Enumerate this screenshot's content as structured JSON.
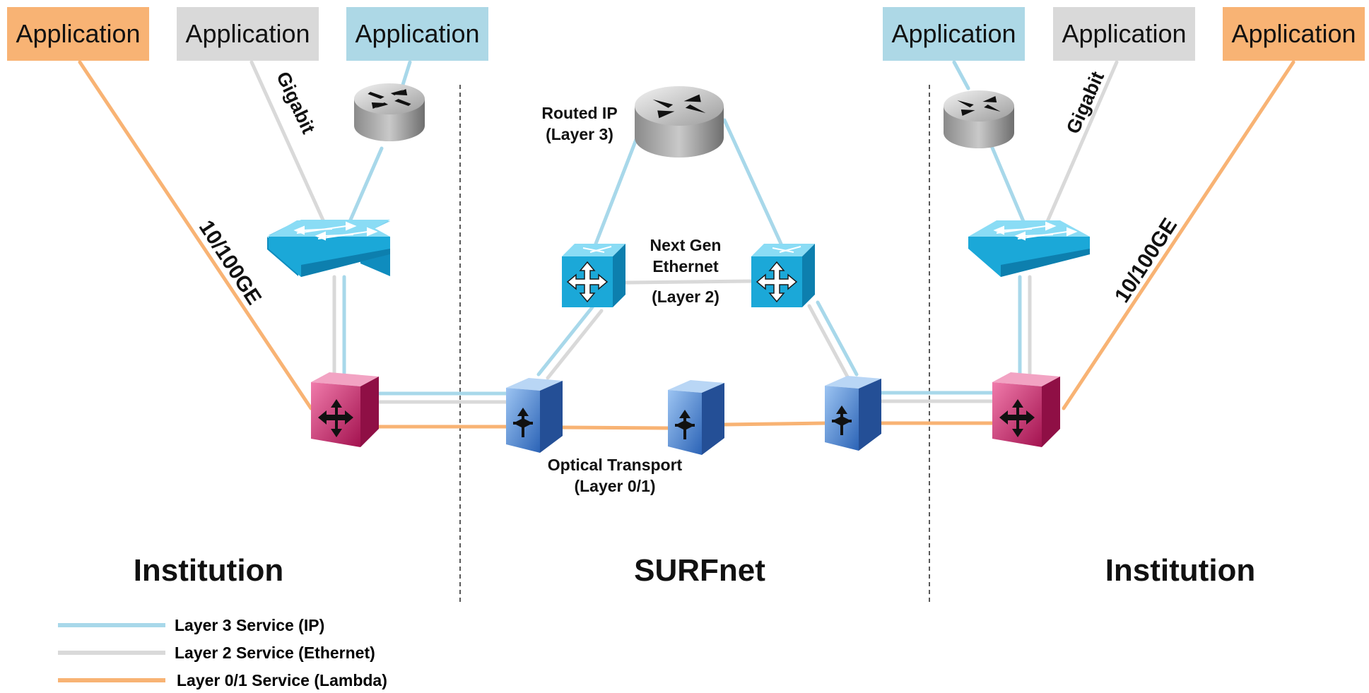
{
  "colors": {
    "layer3": "#a8d8ea",
    "layer2": "#d9d9d9",
    "layer01": "#f4a460",
    "app_orange": "#f8b374",
    "app_gray": "#d9d9d9",
    "app_blue": "#add8e6",
    "switch": "#1ba8d8",
    "optical": "#3c7fd2",
    "edge_node": "#b6195a"
  },
  "applications": {
    "left_orange": "Application",
    "left_gray": "Application",
    "left_blue": "Application",
    "right_blue": "Application",
    "right_gray": "Application",
    "right_orange": "Application"
  },
  "link_labels": {
    "left_gigabit": "Gigabit",
    "left_10_100ge": "10/100GE",
    "right_gigabit": "Gigabit",
    "right_10_100ge": "10/100GE"
  },
  "core": {
    "routed_ip_line1": "Routed IP",
    "routed_ip_line2": "(Layer 3)",
    "next_gen_line1": "Next Gen",
    "next_gen_line2": "Ethernet",
    "next_gen_line3": "(Layer 2)",
    "optical_line1": "Optical Transport",
    "optical_line2": "(Layer 0/1)"
  },
  "regions": {
    "left": "Institution",
    "center": "SURFnet",
    "right": "Institution"
  },
  "legend": [
    {
      "label": "Layer 3 Service (IP)"
    },
    {
      "label": "Layer 2 Service  (Ethernet)"
    },
    {
      "label": "Layer 0/1 Service (Lambda)"
    }
  ],
  "icons": {
    "router": "router-icon",
    "switch": "switch-icon",
    "ethernet_switch": "ethernet-switch-icon",
    "optical_node": "optical-node-icon",
    "edge_node": "edge-node-icon"
  }
}
